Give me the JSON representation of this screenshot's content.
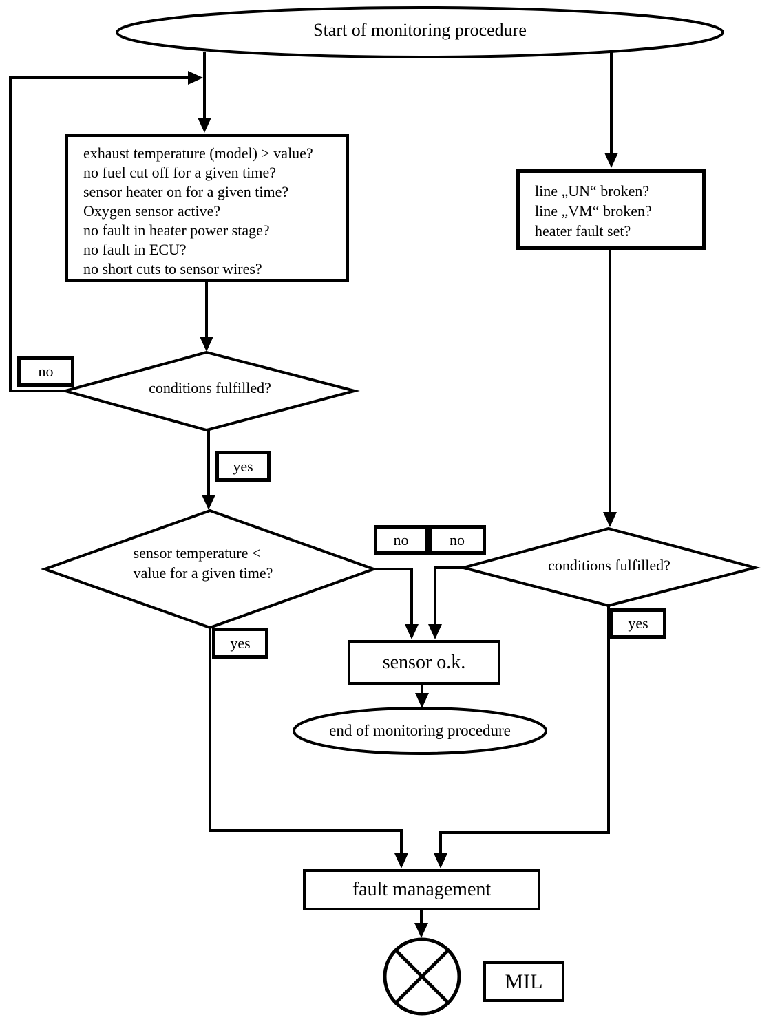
{
  "diagram": {
    "start_label": "Start of monitoring procedure",
    "entry_conditions": [
      "exhaust temperature (model) > value?",
      "no fuel cut off for a given time?",
      "sensor heater on for a given time?",
      "Oxygen sensor active?",
      "no fault in heater power stage?",
      "no fault in ECU?",
      "no short cuts to sensor wires?"
    ],
    "heater_conditions": [
      "line „UN“ broken?",
      "line „VM“ broken?",
      "heater fault set?"
    ],
    "decision_conditions_left": "conditions fulfilled?",
    "decision_sensor_temp_line1": "sensor temperature <",
    "decision_sensor_temp_line2": "value for a given time?",
    "decision_conditions_right": "conditions fulfilled?",
    "label_no": "no",
    "label_yes": "yes",
    "sensor_ok_label": "sensor o.k.",
    "end_label": "end of monitoring procedure",
    "fault_management_label": "fault management",
    "mil_label": "MIL",
    "line_color": "#000000",
    "background_color": "#ffffff"
  }
}
